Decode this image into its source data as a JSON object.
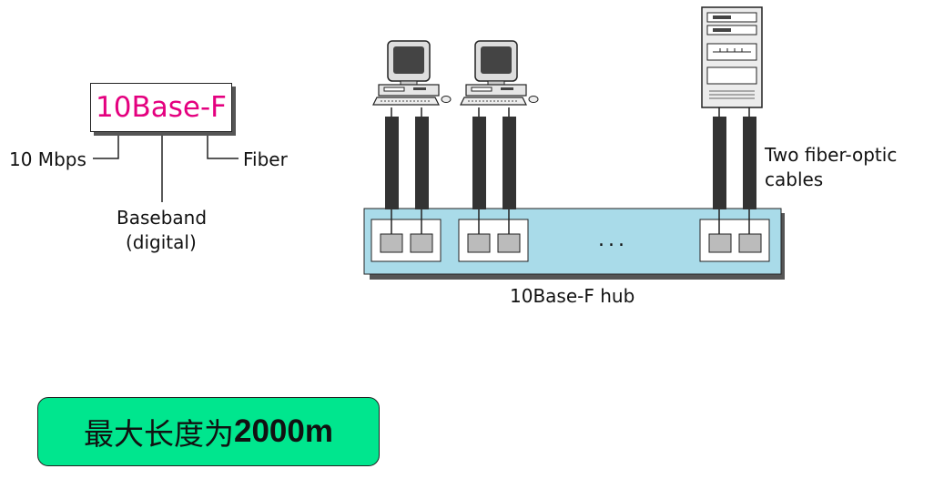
{
  "naming": {
    "code": "10Base-F",
    "rate_label": "10 Mbps",
    "media_label": "Fiber",
    "signal_label_line1": "Baseband",
    "signal_label_line2": "(digital)"
  },
  "network": {
    "cable_label_line1": "Two fiber-optic",
    "cable_label_line2": "cables",
    "ellipsis": "...",
    "hub_label": "10Base-F  hub"
  },
  "note": {
    "prefix": "最大长度为",
    "value": "2000m"
  },
  "colors": {
    "code_text": "#e4007f",
    "hub_fill": "#a9dbe9",
    "note_fill": "#00e68e",
    "cable": "#333333"
  }
}
